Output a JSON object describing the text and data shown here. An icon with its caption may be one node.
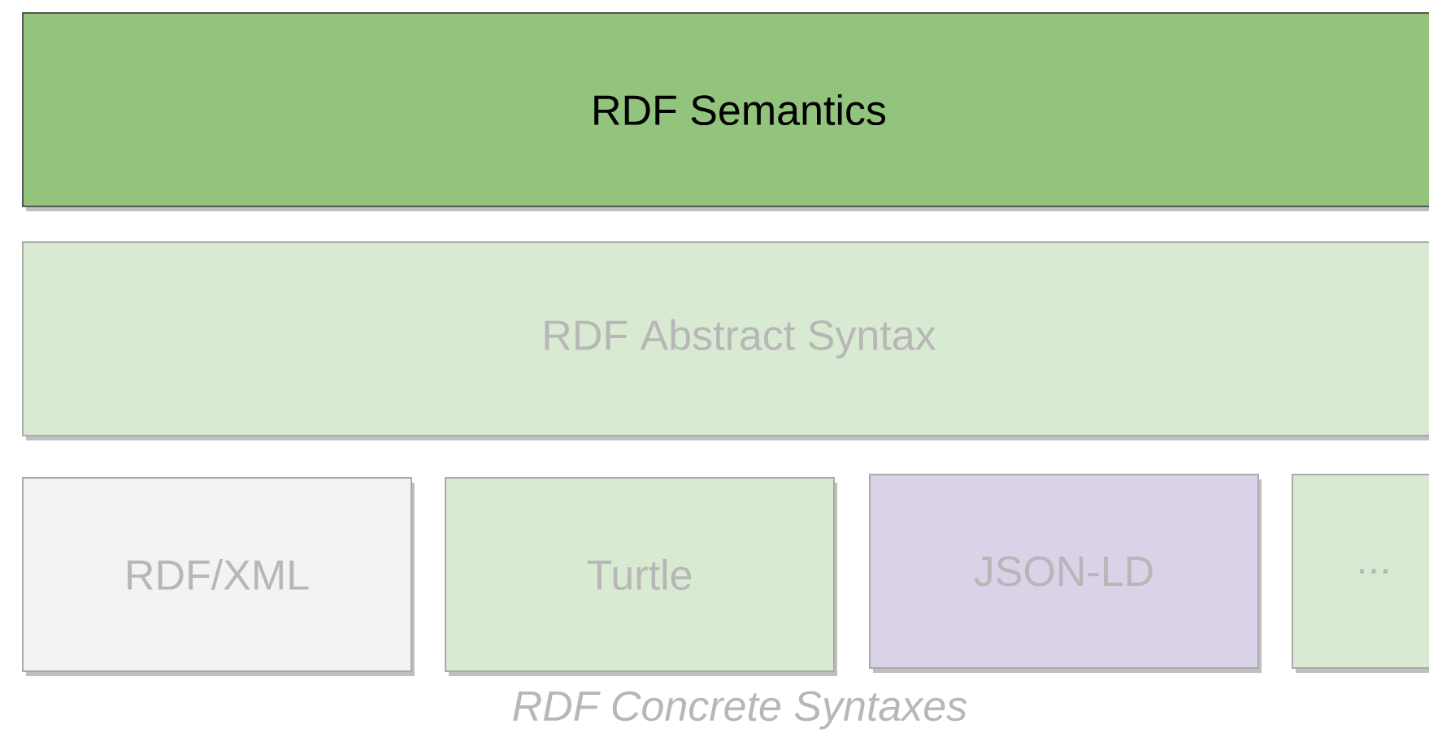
{
  "diagram": {
    "caption": "RDF Concrete Syntaxes",
    "nodes": [
      {
        "text": [
          "RDF Semantics"
        ]
      },
      {
        "text": [
          "RDF Abstract Syntax"
        ]
      },
      {
        "text": [
          "RDF/XML"
        ]
      },
      {
        "text": [
          "Turtle"
        ]
      },
      {
        "text": [
          "JSON-LD"
        ]
      },
      {
        "text": [
          "..."
        ]
      }
    ]
  }
}
